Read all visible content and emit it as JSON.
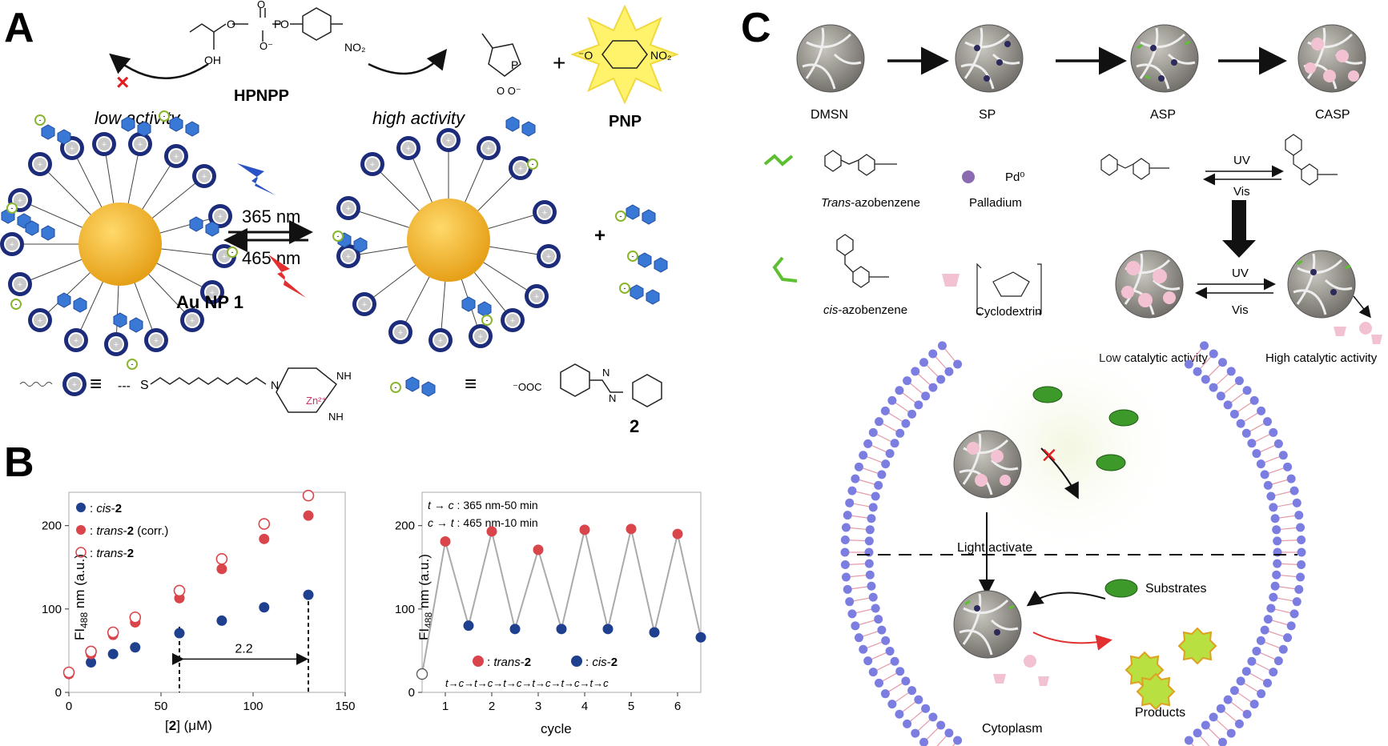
{
  "panel_a": {
    "label": "A",
    "hpnpp": "HPNPP",
    "pnp": "PNP",
    "low_activity": "low activity",
    "high_activity": "high activity",
    "wl_forward": "365 nm",
    "wl_back": "465 nm",
    "np_label": "Au NP 1",
    "compound_2": "2",
    "oh": "OH",
    "no2": "NO₂",
    "ooc": "⁻OOC",
    "zn": "Zn²⁺",
    "nh": "NH",
    "s": "S",
    "n": "N",
    "equiv": "≡",
    "plus": "+",
    "colors": {
      "gold": "#f2b632",
      "navy": "#1c2b7a",
      "blue": "#3a78d6",
      "red": "#e32f2f",
      "green": "#8ab52e",
      "glow": "#fff36b"
    }
  },
  "panel_b": {
    "label": "B",
    "left_legend": [
      ": cis-2",
      ": trans-2 (corr.)",
      ": trans-2"
    ],
    "right_legend": [
      ": trans-2",
      ": cis-2"
    ],
    "cond1": "t → c : 365 nm-50 min",
    "cond2": "c → t : 465 nm-10 min",
    "cycle_seq": "t→c→t→c→t→c→t→c→t→c→t→c",
    "gap_label": "2.2"
  },
  "panel_c": {
    "label": "C",
    "stages": [
      "DMSN",
      "SP",
      "ASP",
      "CASP"
    ],
    "trans_azo": "Trans-azobenzene",
    "cis_azo": "cis-azobenzene",
    "palladium": "Palladium",
    "pd": "Pd⁰",
    "cyclodextrin": "Cyclodextrin",
    "uv": "UV",
    "vis": "Vis",
    "low_cat": "Low catalytic activity",
    "high_cat": "High catalytic activity",
    "light_activate": "Light activate",
    "substrates": "Substrates",
    "products": "Products",
    "cytoplasm": "Cytoplasm"
  },
  "chart_data": [
    {
      "type": "scatter",
      "title": "",
      "xlabel": "[2] (μM)",
      "ylabel": "FI488 nm (a.u.)",
      "xlim": [
        0,
        150
      ],
      "ylim": [
        0,
        240
      ],
      "xticks": [
        0,
        50,
        100,
        150
      ],
      "yticks": [
        0,
        100,
        200
      ],
      "series": [
        {
          "name": "cis-2",
          "color": "#1f3f8f",
          "marker": "filled",
          "x": [
            0,
            12,
            24,
            36,
            60,
            83,
            106,
            130
          ],
          "y": [
            22,
            36,
            46,
            54,
            71,
            86,
            102,
            117
          ]
        },
        {
          "name": "trans-2 (corr.)",
          "color": "#d9454a",
          "marker": "filled",
          "x": [
            0,
            12,
            24,
            36,
            60,
            83,
            106,
            130
          ],
          "y": [
            22,
            46,
            69,
            84,
            113,
            148,
            184,
            212
          ]
        },
        {
          "name": "trans-2",
          "color": "#d9454a",
          "marker": "open",
          "x": [
            0,
            12,
            24,
            36,
            60,
            83,
            106,
            130
          ],
          "y": [
            24,
            49,
            72,
            90,
            122,
            160,
            202,
            236
          ]
        }
      ],
      "annotation": {
        "text": "2.2",
        "from_x": 60,
        "to_x": 130
      }
    },
    {
      "type": "line",
      "title": "",
      "xlabel": "cycle",
      "ylabel": "FI488 nm (a.u.)",
      "xlim": [
        0.5,
        6.5
      ],
      "ylim": [
        0,
        240
      ],
      "xticks": [
        1,
        2,
        3,
        4,
        5,
        6
      ],
      "yticks": [
        0,
        100,
        200
      ],
      "x": [
        0.5,
        1,
        1.5,
        2,
        2.5,
        3,
        3.5,
        4,
        4.5,
        5,
        5.5,
        6,
        6.5
      ],
      "y": [
        22,
        181,
        80,
        193,
        76,
        171,
        76,
        195,
        76,
        196,
        72,
        190,
        66
      ],
      "states": [
        "open",
        "trans",
        "cis",
        "trans",
        "cis",
        "trans",
        "cis",
        "trans",
        "cis",
        "trans",
        "cis",
        "trans",
        "cis"
      ],
      "series": [
        {
          "name": "trans-2",
          "color": "#d9454a"
        },
        {
          "name": "cis-2",
          "color": "#1f3f8f"
        }
      ]
    }
  ]
}
